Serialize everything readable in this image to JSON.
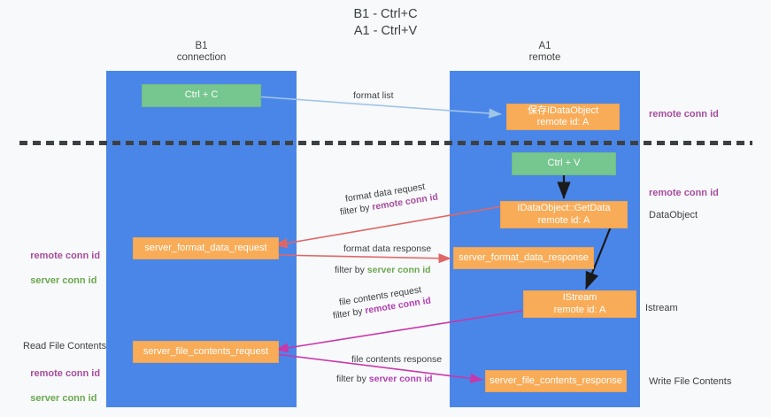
{
  "title": "B1 - Ctrl+C\nA1 - Ctrl+V",
  "columns": {
    "left": {
      "name": "B1",
      "role": "connection",
      "label": "B1\nconnection"
    },
    "right": {
      "name": "A1",
      "role": "remote",
      "label": "A1\nremote"
    }
  },
  "boxes": {
    "ctrl_c": "Ctrl + C",
    "ctrl_v": "Ctrl + V",
    "save_idataobject": "保存IDataObject\nremote id: A",
    "idataobject_getdata": "IDataObject::GetData\nremote id: A",
    "istream": "IStream\nremote id: A",
    "server_format_data_request": "server_format_data_request",
    "server_format_data_response": "server_format_data_response",
    "server_file_contents_request": "server_file_contents_request",
    "server_file_contents_response": "server_file_contents_response"
  },
  "edges": {
    "format_list": "format list",
    "format_data_request": "format data request",
    "format_data_request_filter_prefix": "filter by ",
    "format_data_request_filter_key": "remote conn id",
    "format_data_response": "format data response",
    "format_data_response_filter_prefix": "filter by ",
    "format_data_response_filter_key": "server conn id",
    "file_contents_request": "file contents request",
    "file_contents_request_filter_prefix": "filter by ",
    "file_contents_request_filter_key": "remote conn id",
    "file_contents_response": "file contents response",
    "file_contents_response_filter_prefix": "filter by ",
    "file_contents_response_filter_key": "server conn id"
  },
  "annotations": {
    "right_remote_conn_id_top": "remote conn id",
    "right_remote_conn_id_mid": "remote conn id",
    "right_dataobject": "DataObject",
    "right_istream": "Istream",
    "right_write_file_contents": "Write File Contents",
    "left_conn_ids_top": {
      "line1": "remote conn id",
      "line2": "server conn id"
    },
    "left_read_file_contents": "Read File Contents",
    "left_conn_ids_bottom": {
      "line1": "remote conn id",
      "line2": "server conn id"
    }
  },
  "colors": {
    "lane": "#4a86e8",
    "green_box": "#76c68f",
    "orange_box": "#f9ac58",
    "purple_text": "#a64d9e",
    "green_text": "#6aa84f",
    "magenta_text": "#b23fb2",
    "arrow_blue": "#9fc5e8",
    "arrow_red": "#e06666",
    "arrow_magenta": "#c837ab",
    "arrow_black": "#1a1a1a",
    "background": "#f8f9fa"
  }
}
